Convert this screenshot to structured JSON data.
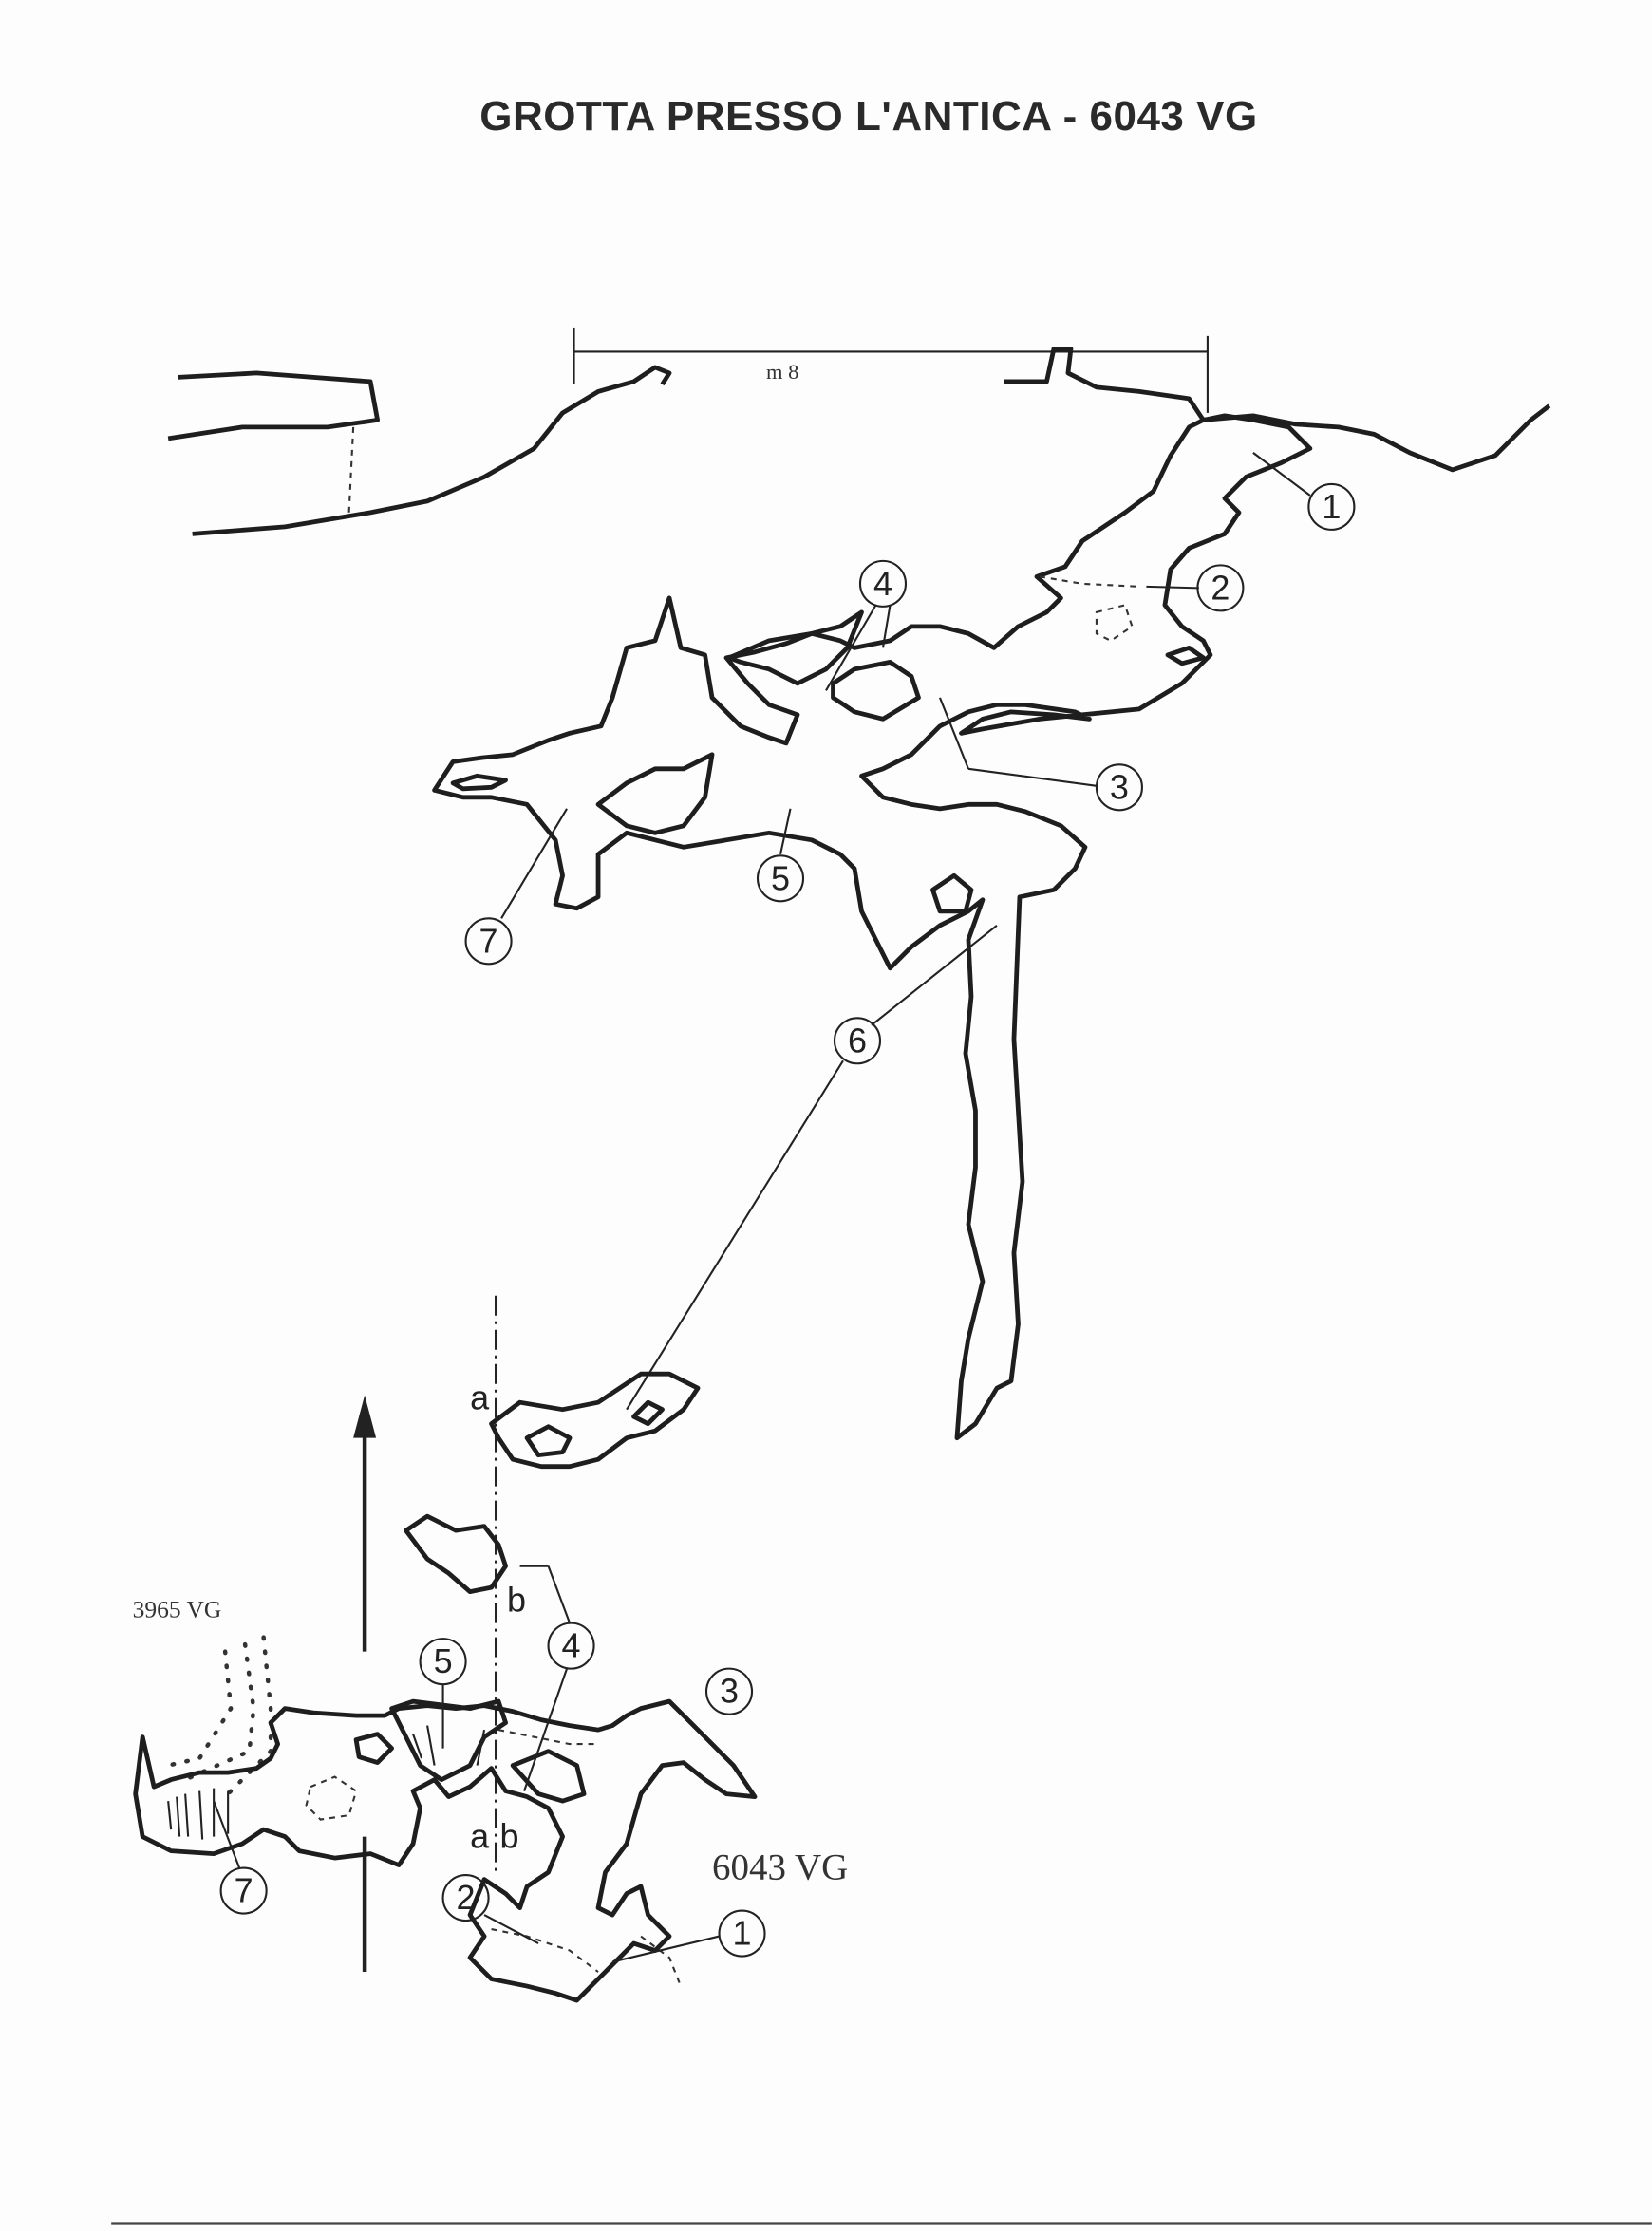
{
  "title": "GROTTA PRESSO L'ANTICA - 6043 VG",
  "section": {
    "scale_label": "m 8",
    "markers": [
      "1",
      "2",
      "3",
      "4",
      "5",
      "6",
      "7"
    ]
  },
  "plan": {
    "markers": [
      "1",
      "2",
      "3",
      "4",
      "5",
      "7"
    ],
    "section_line_labels": {
      "a": "a",
      "b": "b",
      "ab_a": "a",
      "ab_b": "b"
    },
    "cave_labels": {
      "neighbor": "3965 VG",
      "main": "6043 VG"
    },
    "north_arrow": "north-arrow-icon"
  }
}
